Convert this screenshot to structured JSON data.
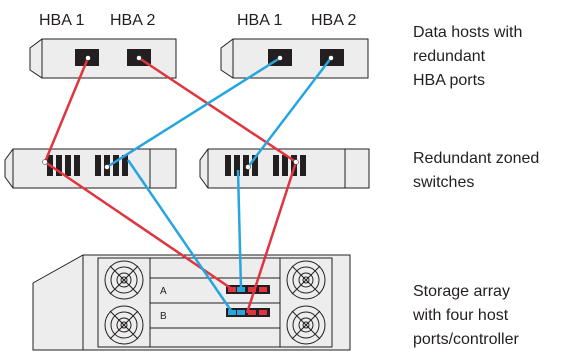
{
  "hosts": [
    {
      "ports": [
        "HBA 1",
        "HBA 2"
      ]
    },
    {
      "ports": [
        "HBA 1",
        "HBA 2"
      ]
    }
  ],
  "captions": {
    "hosts": [
      "Data hosts with",
      "redundant",
      "HBA ports"
    ],
    "switches": [
      "Redundant zoned",
      "switches"
    ],
    "storage": [
      "Storage array",
      "with four host",
      "ports/controller"
    ]
  },
  "array": {
    "controllers": [
      "A",
      "B"
    ]
  },
  "colors": {
    "red_path": "#e0343f",
    "blue_path": "#27a5df",
    "device_fill": "#ededed",
    "port": "#231f20"
  }
}
